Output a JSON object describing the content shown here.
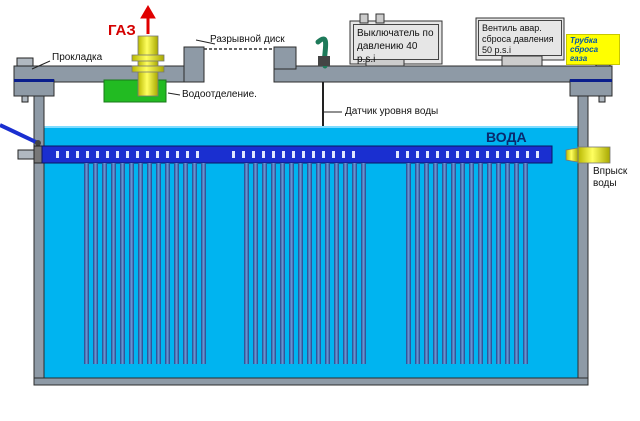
{
  "labels": {
    "gas": "ГАЗ",
    "gasket": "Прокладка",
    "rupture_disk": "Разрывной диск",
    "water_separation": "Водоотделение.",
    "pressure_switch": "Выключатель по давлению 40 p.s.i",
    "relief_valve": "Вентиль авар. сброса давления 50 p.s.i",
    "gas_tube": "Трубка сброса газа",
    "level_sensor": "Датчик уровня воды",
    "water": "ВОДА",
    "water_injection": "Впрыск воды"
  },
  "colors": {
    "water": "#00b4f0",
    "tank_wall": "#8e9aa6",
    "busbar": "#1a2fd0",
    "plates": "#3e6cb8",
    "separator": "#22bb22",
    "gas_arrow": "#e00000",
    "yellow_pipe": "#e6e600"
  }
}
